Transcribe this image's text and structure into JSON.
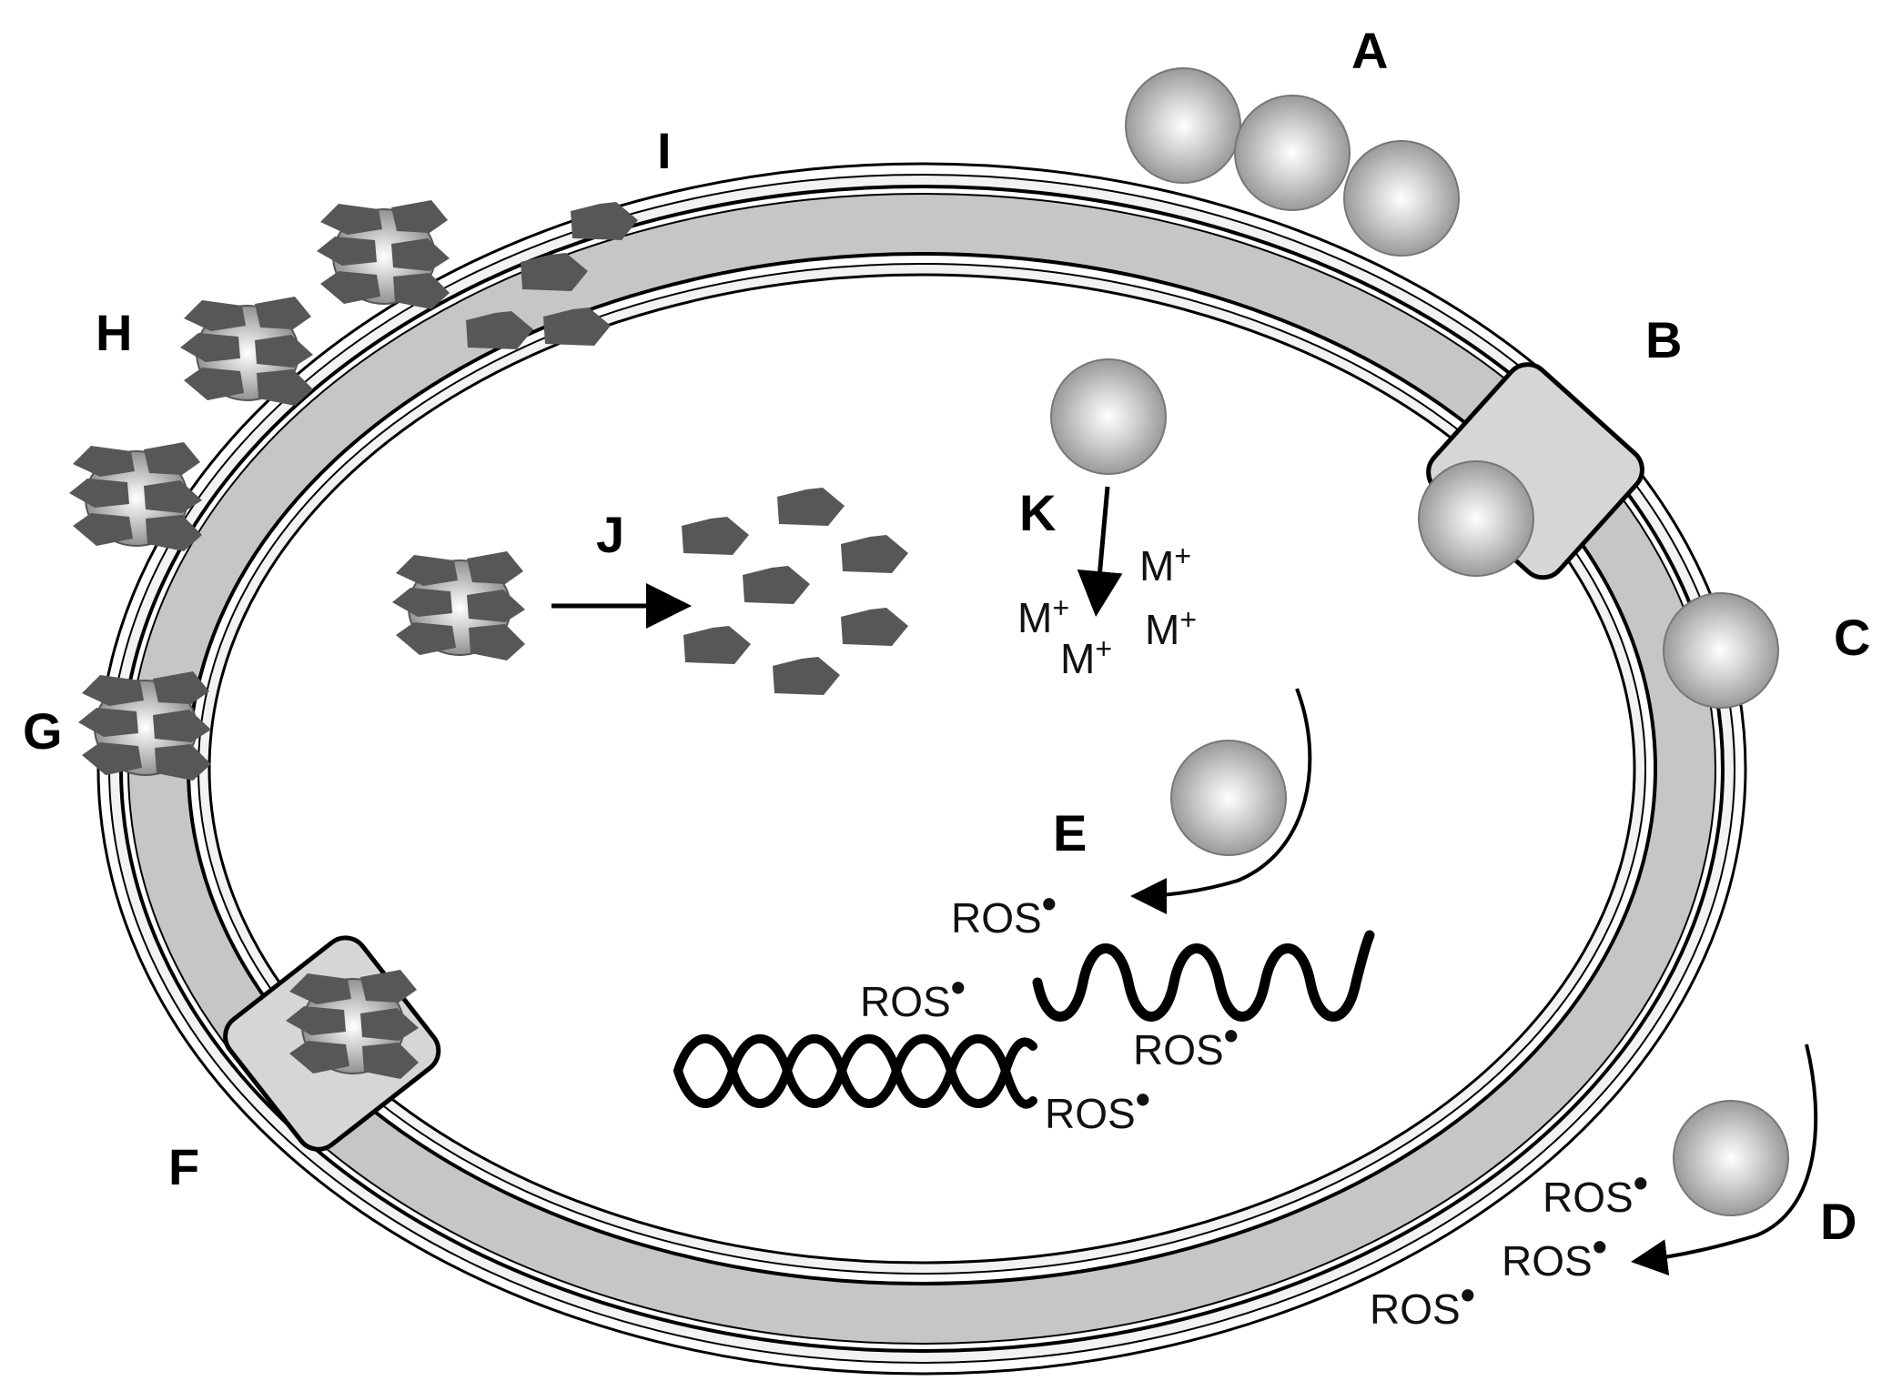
{
  "labels": {
    "A": "A",
    "B": "B",
    "C": "C",
    "D": "D",
    "E": "E",
    "F": "F",
    "G": "G",
    "H": "H",
    "I": "I",
    "J": "J",
    "K": "K"
  },
  "species": {
    "metal_ion": "M",
    "charge": "+",
    "ros": "ROS",
    "radical": "•"
  },
  "colors": {
    "membrane_fill": "#c6c6c6",
    "membrane_layer": "#f2f2f2",
    "protein_piece": "#555555",
    "channel_fill": "#d6d6d6",
    "nanoparticle_highlight": "#ffffff",
    "nanoparticle_shadow": "#8a8a8a"
  },
  "icons": [
    "nanoparticle-sphere",
    "protein-cage",
    "protein-fragment",
    "membrane-channel",
    "dna-helix",
    "supercoiled-dna"
  ]
}
